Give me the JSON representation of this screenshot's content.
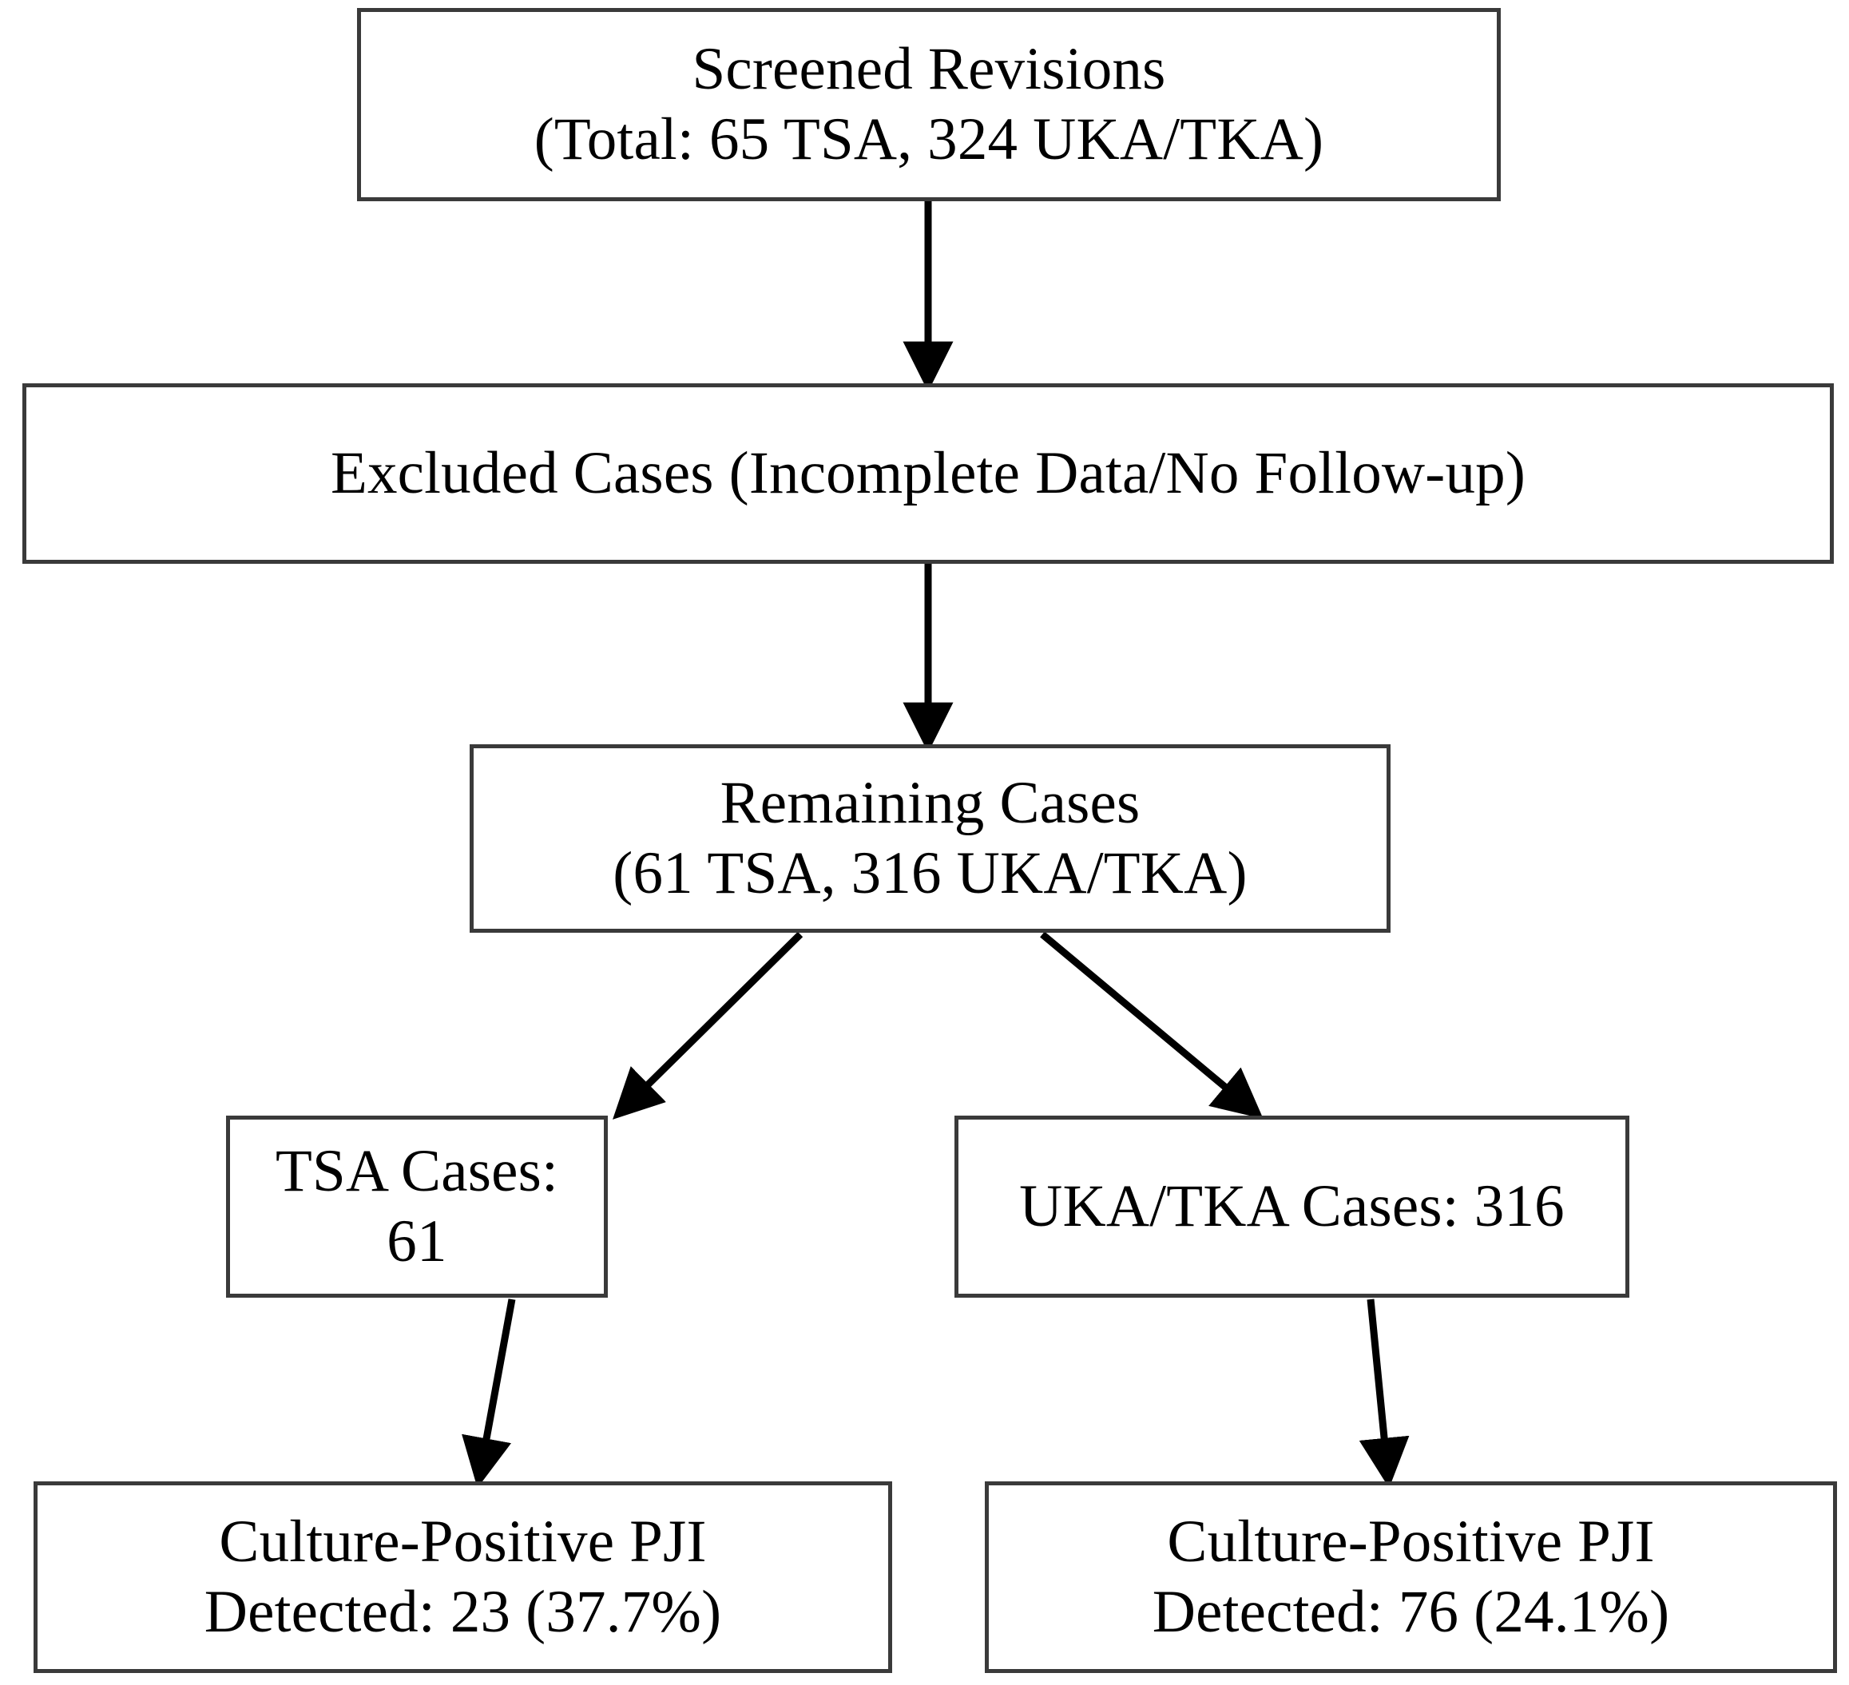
{
  "diagram": {
    "type": "flowchart",
    "orientation": "top-down",
    "background_color": "#ffffff",
    "box_border_color": "#3a3a3a",
    "arrow_color": "#000000",
    "text_color": "#000000"
  },
  "nodes": {
    "screened": {
      "id": "screened-revisions",
      "line1": "Screened Revisions",
      "line2": "(Total: 65 TSA, 324 UKA/TKA)",
      "text": "Screened Revisions\n(Total: 65 TSA, 324 UKA/TKA)",
      "total_tsa": 65,
      "total_uka_tka": 324
    },
    "excluded": {
      "id": "excluded-cases",
      "text": "Excluded Cases (Incomplete Data/No Follow-up)"
    },
    "remaining": {
      "id": "remaining-cases",
      "line1": "Remaining Cases",
      "line2": "(61 TSA, 316 UKA/TKA)",
      "text": "Remaining Cases\n(61 TSA, 316 UKA/TKA)",
      "remaining_tsa": 61,
      "remaining_uka_tka": 316
    },
    "tsa_cases": {
      "id": "tsa-cases",
      "text": "TSA Cases: 61",
      "count": 61
    },
    "uka_cases": {
      "id": "uka-tka-cases",
      "text": "UKA/TKA Cases: 316",
      "count": 316
    },
    "tsa_pji": {
      "id": "tsa-culture-positive-pji",
      "line1": "Culture-Positive PJI",
      "line2": "Detected: 23 (37.7%)",
      "text": "Culture-Positive PJI\nDetected: 23 (37.7%)",
      "count": 23,
      "percent": "37.7%"
    },
    "uka_pji": {
      "id": "uka-tka-culture-positive-pji",
      "line1": "Culture-Positive PJI",
      "line2": "Detected: 76 (24.1%)",
      "text": "Culture-Positive PJI\nDetected: 76 (24.1%)",
      "count": 76,
      "percent": "24.1%"
    }
  },
  "edges": [
    {
      "from": "screened",
      "to": "excluded",
      "style": "straight-down",
      "label": ""
    },
    {
      "from": "excluded",
      "to": "remaining",
      "style": "straight-down",
      "label": ""
    },
    {
      "from": "remaining",
      "to": "tsa_cases",
      "style": "diagonal-left",
      "label": ""
    },
    {
      "from": "remaining",
      "to": "uka_cases",
      "style": "diagonal-right",
      "label": ""
    },
    {
      "from": "tsa_cases",
      "to": "tsa_pji",
      "style": "near-vertical",
      "label": ""
    },
    {
      "from": "uka_cases",
      "to": "uka_pji",
      "style": "near-vertical",
      "label": ""
    }
  ]
}
